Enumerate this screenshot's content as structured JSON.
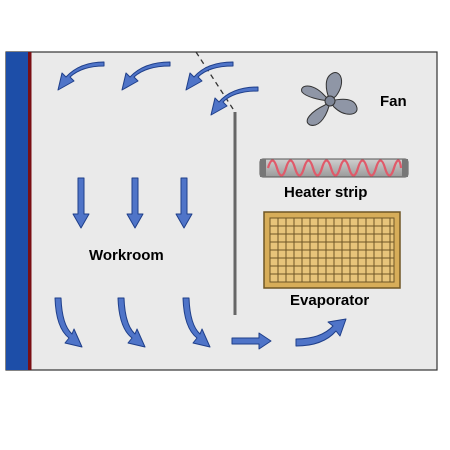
{
  "labels": {
    "fan": "Fan",
    "heater": "Heater strip",
    "workroom": "Workroom",
    "evaporator": "Evaporator"
  },
  "icons": {
    "fan": "fan-icon",
    "heater": "heater-strip-icon",
    "evaporator": "evaporator-icon",
    "arrow": "airflow-arrow-icon"
  },
  "colors": {
    "room_fill": "#eaeaea",
    "outline": "#333333",
    "wall_blue": "#1d4ea8",
    "wall_red": "#7a0f14",
    "arrow_fill": "#4f74c8",
    "arrow_stroke": "#1f3f8a",
    "fan_fill": "#8f96a6",
    "heater_coil": "#e05a6a",
    "evaporator_fill": "#d7ad59"
  }
}
